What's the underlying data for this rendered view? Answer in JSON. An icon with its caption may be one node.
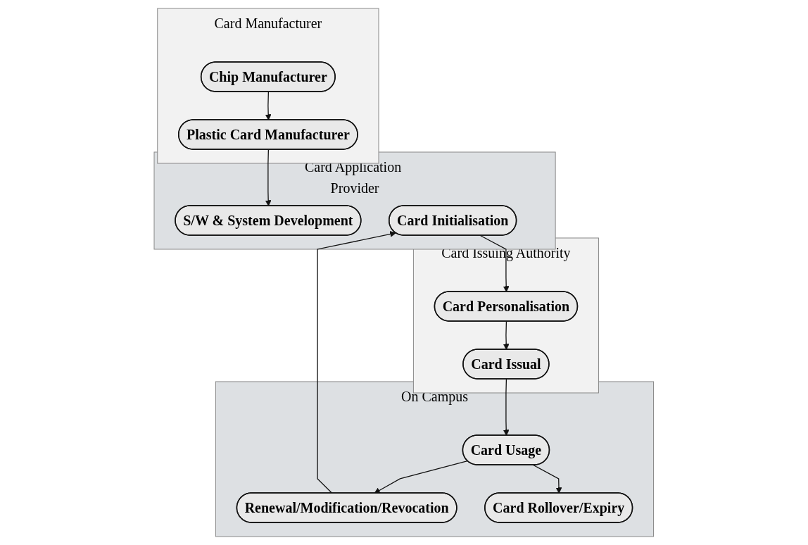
{
  "diagram": {
    "nodes": [
      {
        "text": [
          "Card Manufacturer"
        ]
      },
      {
        "text": [
          "Chip Manufacturer"
        ],
        "in": 0
      },
      {
        "text": [
          "Plastic Card Manufacturer"
        ],
        "in": 0
      },
      {
        "text": [
          "Card Application Provider"
        ]
      },
      {
        "text": [
          "S/W & System Development"
        ],
        "in": 3
      },
      {
        "text": [
          "Card Initialisation"
        ],
        "in": 3
      },
      {
        "text": [
          "Card Issuing Authority"
        ]
      },
      {
        "text": [
          "Card Personalisation"
        ],
        "in": 6
      },
      {
        "text": [
          "Card Issual"
        ],
        "in": 6
      },
      {
        "text": [
          "On Campus"
        ]
      },
      {
        "text": [
          "Card Usage"
        ],
        "in": 9
      },
      {
        "text": [
          "Renewal/Modification/Revocation"
        ],
        "in": 9
      },
      {
        "text": [
          "Card Rollover/Expiry"
        ],
        "in": 9
      }
    ],
    "edges": [
      {
        "from": 1,
        "to": 2,
        "arrow": "to"
      },
      {
        "from": 2,
        "to": 4,
        "arrow": "to"
      },
      {
        "from": 5,
        "to": 7,
        "arrow": "to"
      },
      {
        "from": 7,
        "to": 8,
        "arrow": "to"
      },
      {
        "from": 8,
        "to": 10,
        "arrow": "to"
      },
      {
        "from": 10,
        "to": 11,
        "arrow": "to"
      },
      {
        "from": 11,
        "to": 5,
        "arrow": "to"
      },
      {
        "from": 10,
        "to": 12,
        "arrow": "to"
      }
    ]
  }
}
